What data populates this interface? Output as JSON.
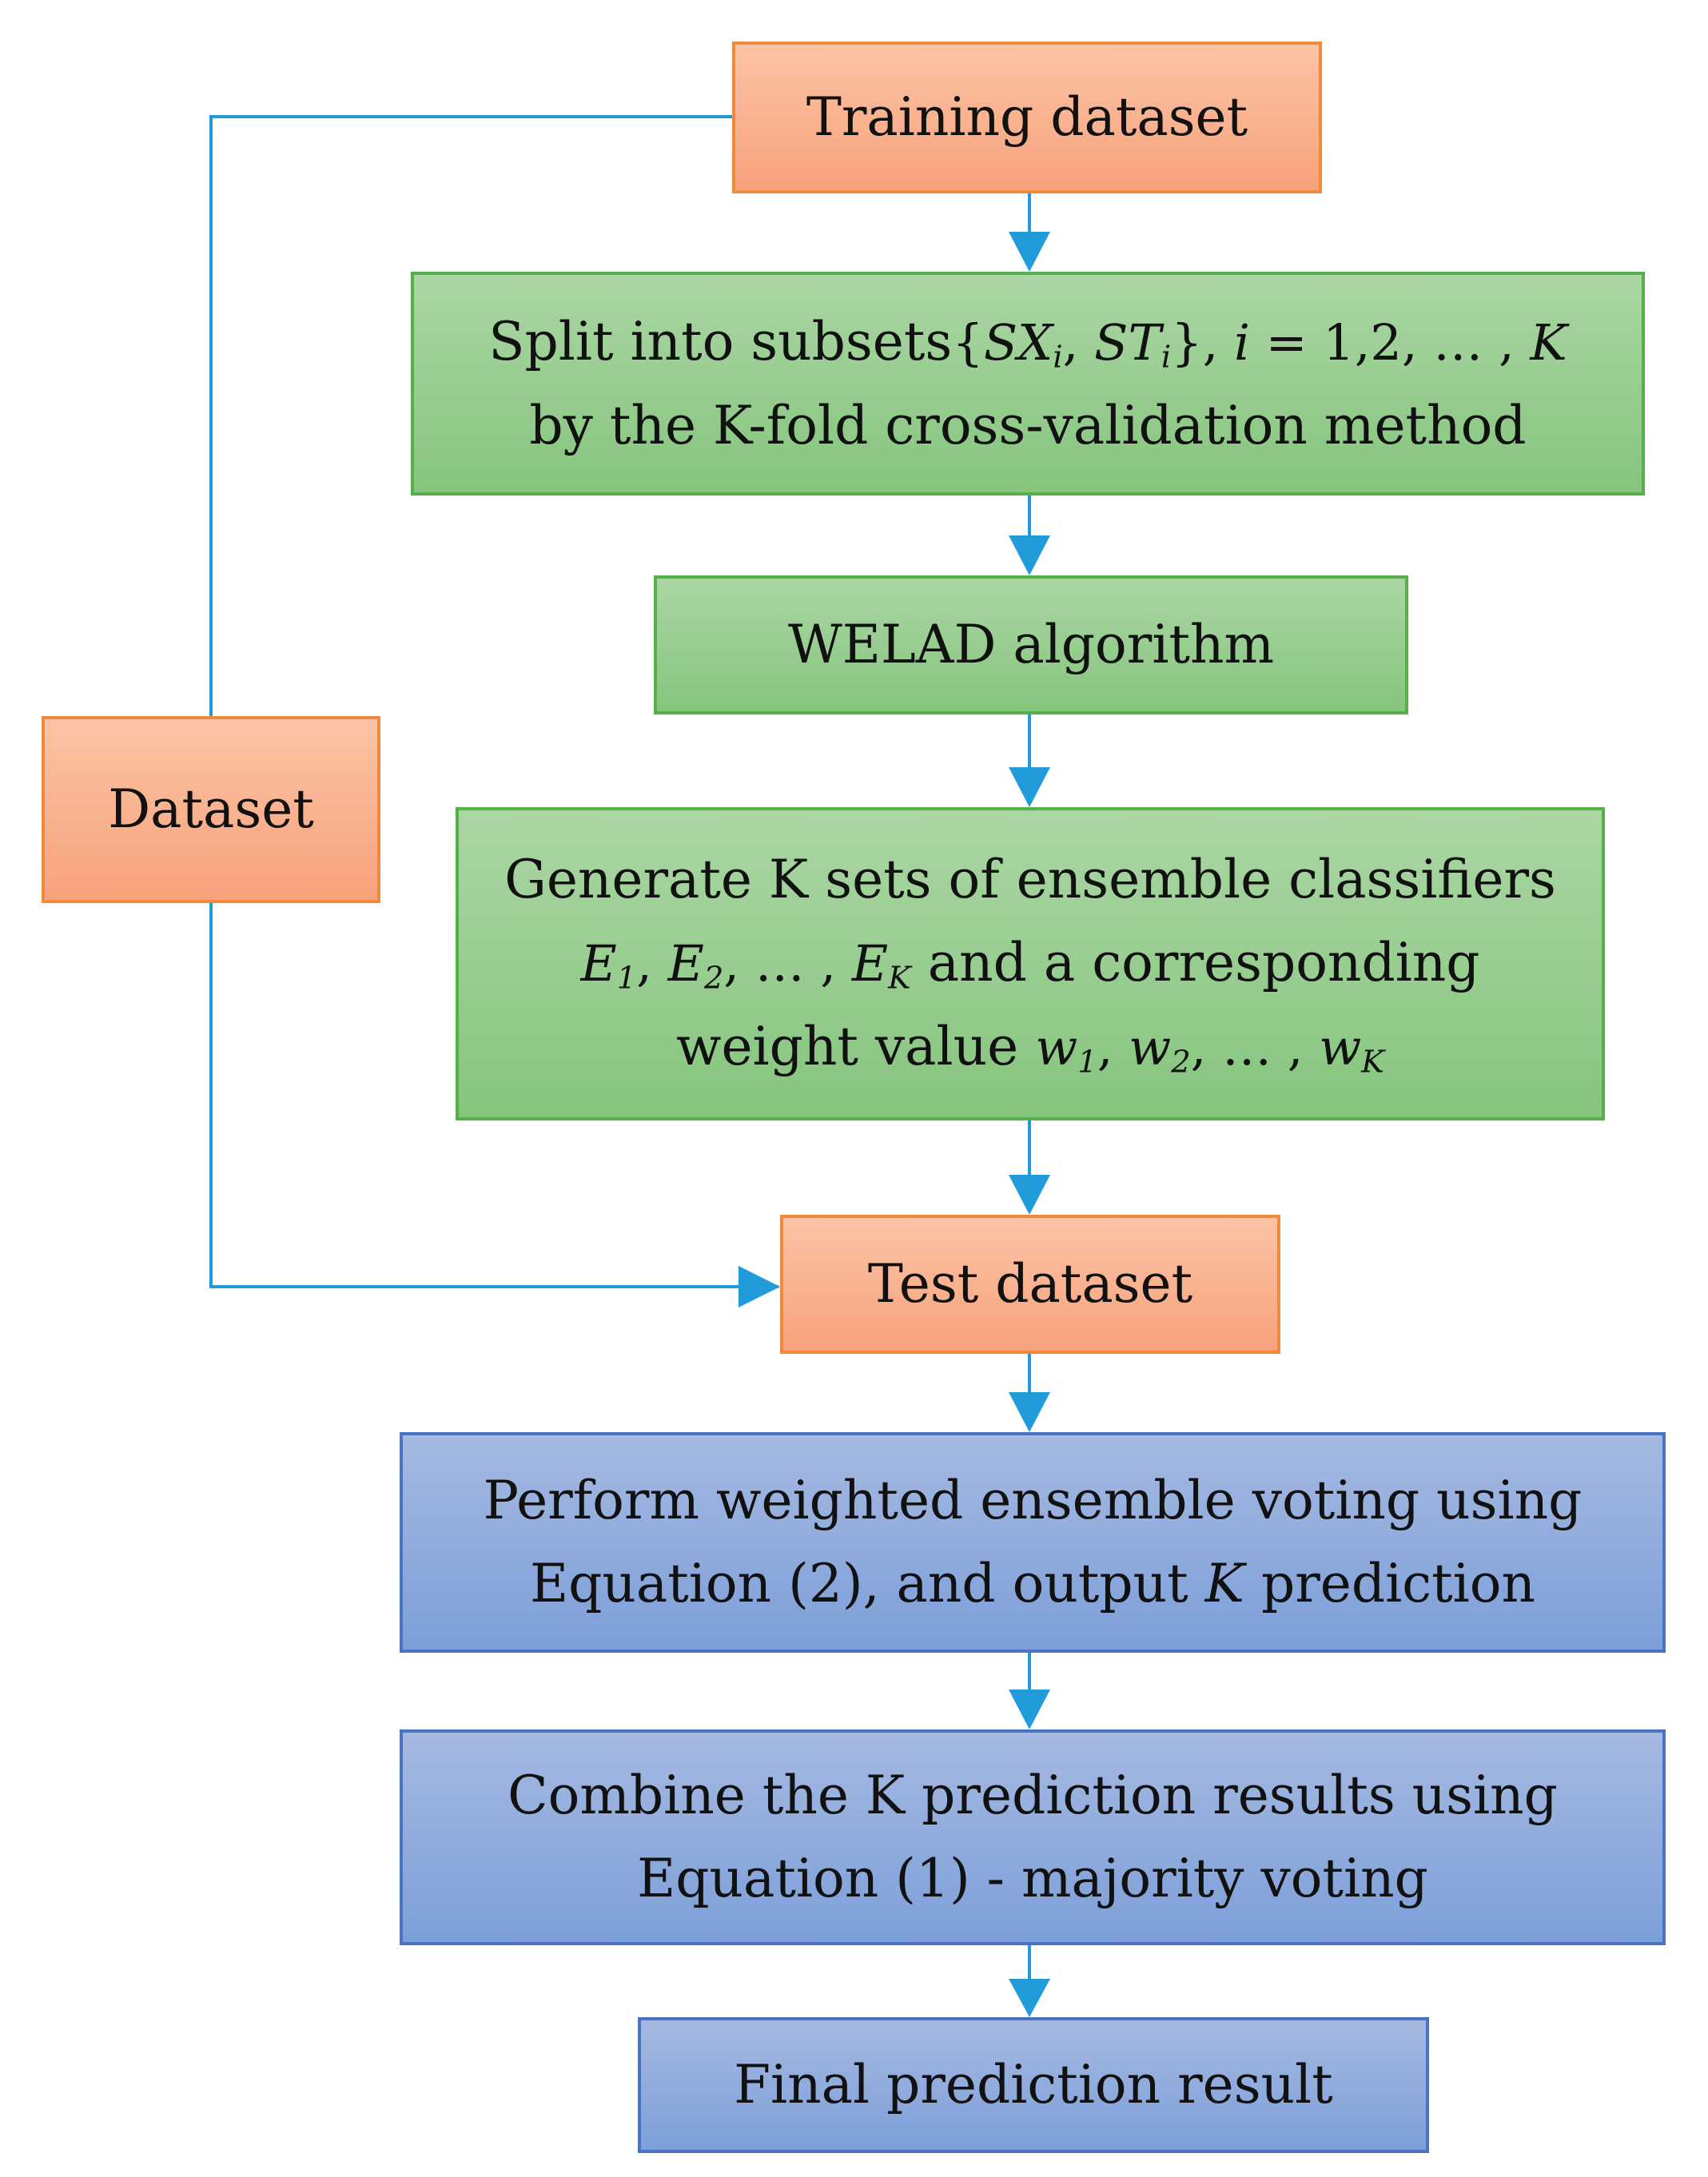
{
  "nodes": {
    "training": {
      "label": "Training dataset"
    },
    "split": {
      "line1_text": "Split into subsets",
      "line1_math": {
        "open": "{",
        "sx": "SX",
        "sub_i": "i",
        "comma": ", ",
        "st": "ST",
        "close": "}, ",
        "index": "i",
        "equals": " = 1,2, … , ",
        "k": "K"
      },
      "line2": "by the K-fold cross-validation method"
    },
    "welad": {
      "label": "WELAD algorithm"
    },
    "generate": {
      "line1": "Generate K sets of ensemble classifiers",
      "line2_math": {
        "e": "E",
        "sub1": "1",
        "sub2": "2",
        "sepA": ", ",
        "ellipsis": ", … , ",
        "subK": "K"
      },
      "line2_text": " and a corresponding",
      "line3_text": "weight value ",
      "line3_math": {
        "w": "w",
        "sub1": "1",
        "sub2": "2",
        "sepA": ", ",
        "ellipsis": ", … , ",
        "subK": "K"
      }
    },
    "dataset": {
      "label": "Dataset"
    },
    "test": {
      "label": "Test dataset"
    },
    "weighted": {
      "line1": "Perform weighted ensemble voting using",
      "line2_a": "Equation (2), and output ",
      "line2_k": "K",
      "line2_b": " prediction"
    },
    "combine": {
      "line1": "Combine the K prediction results using",
      "line2": "Equation (1) - majority voting"
    },
    "final": {
      "label": "Final prediction result"
    }
  },
  "colors": {
    "orange_border": "#f08a3a",
    "green_border": "#56b04a",
    "blue_border": "#4a74c2",
    "arrow": "#219bd9"
  }
}
